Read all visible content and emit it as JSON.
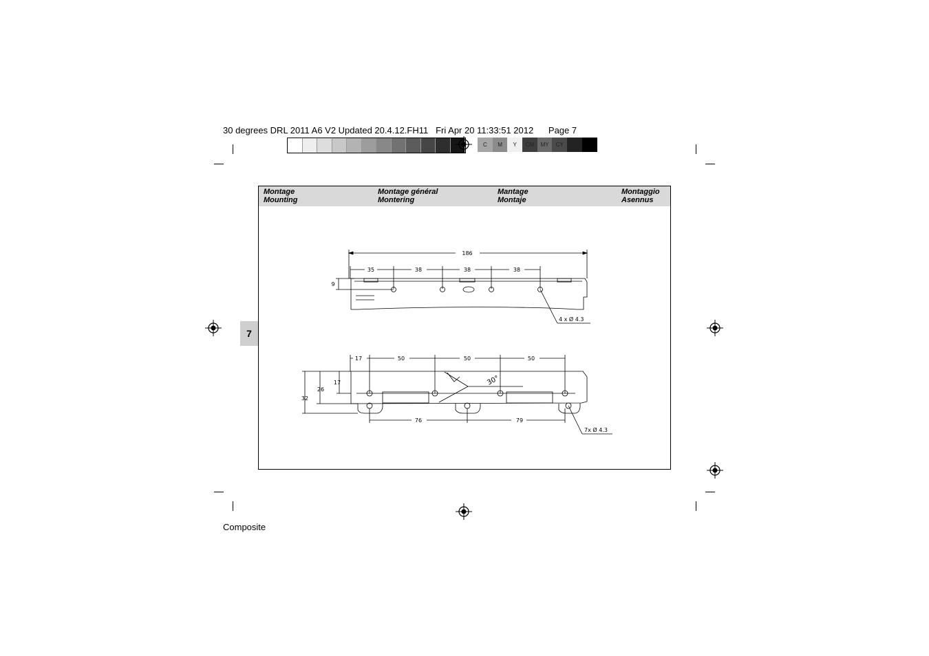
{
  "slug": {
    "file": "30 degrees DRL 2011 A6 V2 Updated 20.4.12.FH11",
    "date": "Fri Apr 20 11:33:51 2012",
    "page": "Page 7"
  },
  "footer": "Composite",
  "color_bar": [
    "C",
    "M",
    "Y",
    "CM",
    "MY",
    "CY",
    "CMY",
    ""
  ],
  "header": {
    "col1": [
      "Montage",
      "Mounting"
    ],
    "col2": [
      "Montage général",
      "Montering"
    ],
    "col3": [
      "Mantage",
      "Montaje"
    ],
    "col4": [
      "Montaggio",
      "Asennus"
    ]
  },
  "page_number": "7",
  "drawing_top": {
    "overall": "186",
    "segments": [
      "35",
      "38",
      "38",
      "38"
    ],
    "height": "9",
    "holes": "4 x Ø 4.3"
  },
  "drawing_bottom": {
    "segments": [
      "17",
      "50",
      "50",
      "50"
    ],
    "heights": [
      "17",
      "26",
      "32"
    ],
    "lower": [
      "76",
      "79"
    ],
    "angle": "30°",
    "holes": "7x Ø 4.3"
  }
}
